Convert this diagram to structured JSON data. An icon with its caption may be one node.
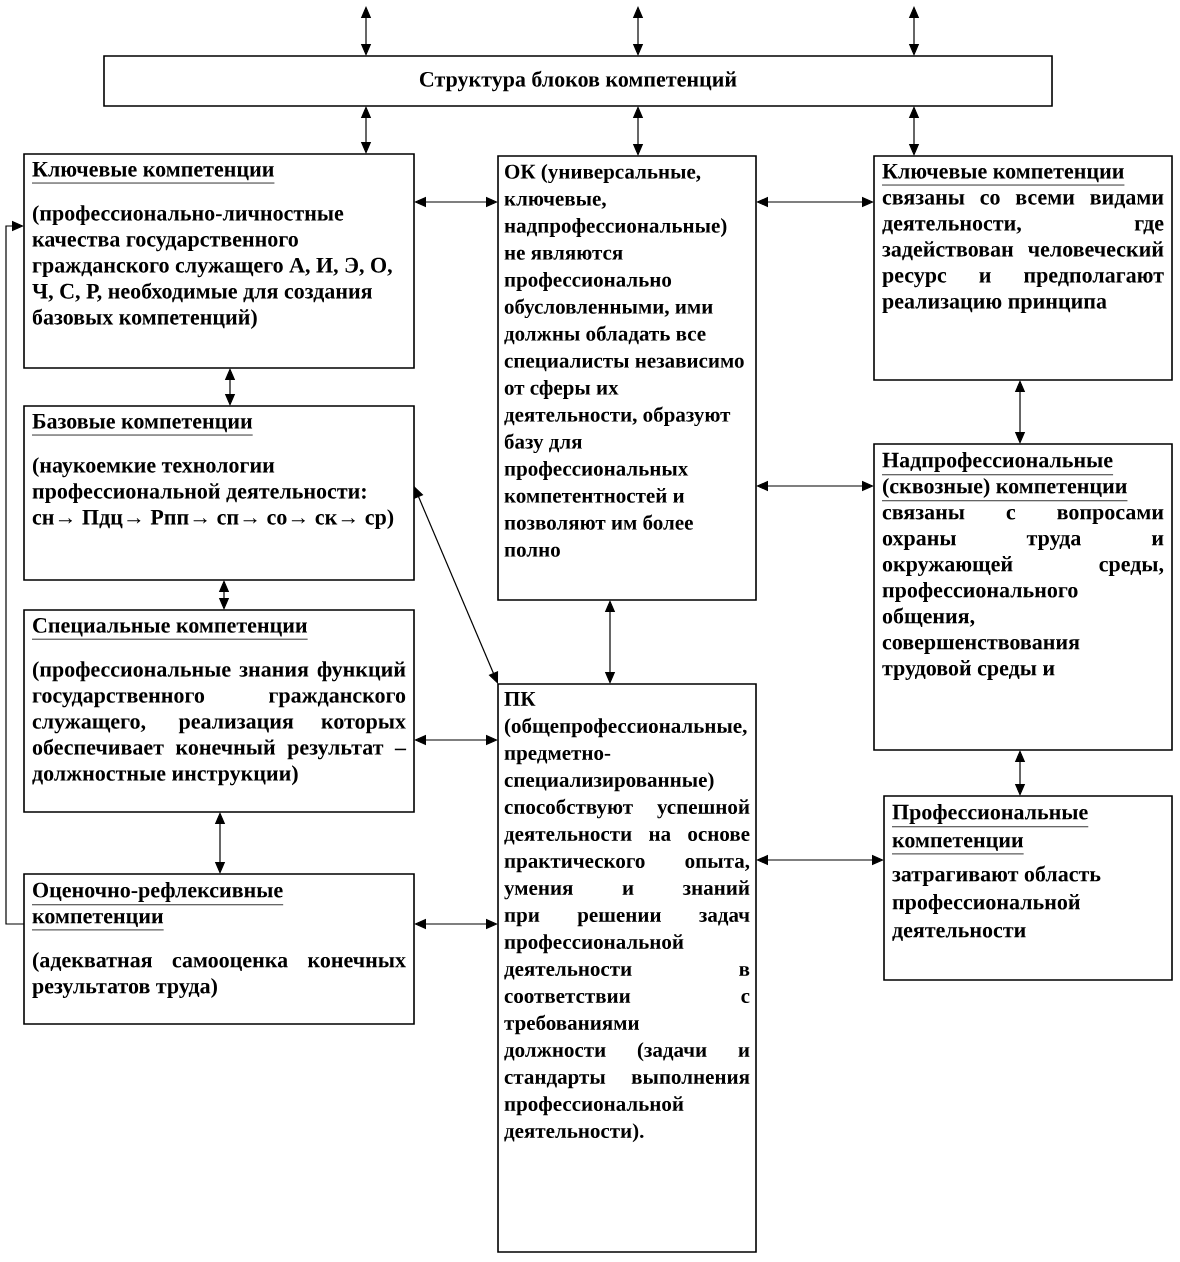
{
  "diagram": {
    "nodes": [
      {
        "text": [
          "Структура блоков компетенций"
        ]
      },
      {
        "text": [
          "Ключевые компетенции",
          "(профессионально-личностные качества государственного гражданского служащего А, И, Э, О, Ч, С, Р, необходимые для создания базовых компетенций)"
        ]
      },
      {
        "text": [
          "ОК (универсальные, ключевые, надпрофессиональные) не являются профессионально обусловленными, ими должны обладать все специалисты независимо от сферы их деятельности, образуют базу для профессиональных компетентностей и позволяют им более полно"
        ]
      },
      {
        "text": [
          "Ключевые компетенции",
          "связаны со всеми видами деятельности, где задействован человеческий ресурс и предполагают реализацию принципа"
        ]
      },
      {
        "text": [
          "Базовые компетенции",
          "(наукоемкие технологии профессиональной деятельности: сн→ Пдц→ Рпп→ сп→ со→ ск→ ср)"
        ]
      },
      {
        "text": [
          "Надпрофессиональные (сквозные) компетенции",
          "связаны с вопросами охраны труда и окружающей среды, профессионального общения, совершенствования трудовой среды и"
        ]
      },
      {
        "text": [
          "Специальные компетенции",
          "(профессиональные знания функций государственного гражданского служащего, реализация которых обеспечивает конечный результат – должностные инструкции)"
        ]
      },
      {
        "text": [
          "ПК (общепрофессиональные, предметно-специализированные) способствуют успешной деятельности на основе практического опыта, умения и знаний при решении задач профессиональной деятельности в соответствии с требованиями должности (задачи и стандарты выполнения профессиональной деятельности)."
        ]
      },
      {
        "text": [
          "Профессиональные компетенции",
          "затрагивают область профессиональной деятельности"
        ]
      },
      {
        "text": [
          "Оценочно-рефлексивные компетенции",
          "(адекватная самооценка конечных результатов труда)"
        ]
      }
    ],
    "edges": [
      {
        "from": null,
        "to": 0,
        "arrow": "both"
      },
      {
        "from": null,
        "to": 0,
        "arrow": "both"
      },
      {
        "from": null,
        "to": 0,
        "arrow": "both"
      },
      {
        "from": 0,
        "to": 1,
        "arrow": "both"
      },
      {
        "from": 0,
        "to": 2,
        "arrow": "both"
      },
      {
        "from": 0,
        "to": 3,
        "arrow": "both"
      },
      {
        "from": 1,
        "to": 2,
        "arrow": "both"
      },
      {
        "from": 2,
        "to": 3,
        "arrow": "both"
      },
      {
        "from": 1,
        "to": 4,
        "arrow": "both"
      },
      {
        "from": 3,
        "to": 5,
        "arrow": "both"
      },
      {
        "from": 2,
        "to": 5,
        "arrow": "both"
      },
      {
        "from": 4,
        "to": 7,
        "arrow": "both"
      },
      {
        "from": 4,
        "to": 6,
        "arrow": "both"
      },
      {
        "from": 2,
        "to": 7,
        "arrow": "both"
      },
      {
        "from": 6,
        "to": 7,
        "arrow": "both"
      },
      {
        "from": 5,
        "to": 8,
        "arrow": "both"
      },
      {
        "from": 7,
        "to": 8,
        "arrow": "both"
      },
      {
        "from": 6,
        "to": 9,
        "arrow": "both"
      },
      {
        "from": 9,
        "to": 7,
        "arrow": "both"
      },
      {
        "from": 9,
        "to": 1,
        "arrow": "to"
      }
    ]
  }
}
